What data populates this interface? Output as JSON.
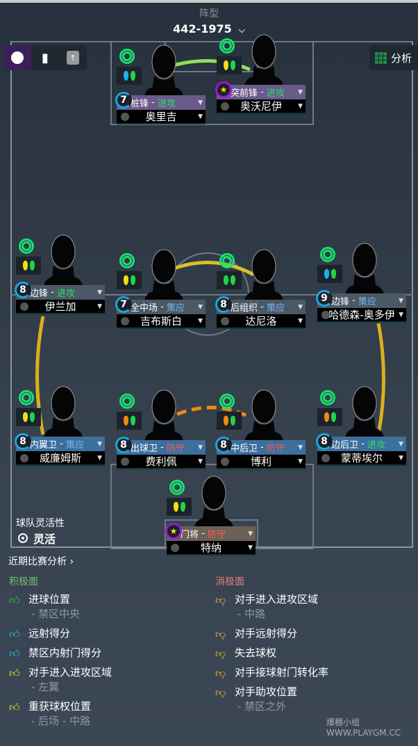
{
  "header": {
    "title": "阵型",
    "formation": "442-1975"
  },
  "view_buttons": [
    "player-view",
    "stats-view",
    "instructions-view"
  ],
  "analysis_button": "分析",
  "players": [
    {
      "num": "7",
      "role": "桩锋",
      "duty": "进攻",
      "duty_type": "att",
      "name": "奥里吉",
      "bar": "#6a5a8a",
      "feet": [
        "#1ab0f0",
        "#22d44a"
      ]
    },
    {
      "num": "★",
      "role": "突前锋",
      "duty": "进攻",
      "duty_type": "att",
      "name": "奥沃尼伊",
      "bar": "#6a5a8a",
      "feet": [
        "#f0e010",
        "#22d44a"
      ]
    },
    {
      "num": "8",
      "role": "边锋",
      "duty": "进攻",
      "duty_type": "att",
      "name": "伊兰加",
      "bar": "#4b5866",
      "feet": [
        "#f0e010",
        "#22d44a"
      ]
    },
    {
      "num": "7",
      "role": "全中场",
      "duty": "策应",
      "duty_type": "sup",
      "name": "吉布斯白",
      "bar": "#4b5866",
      "feet": [
        "#f0e010",
        "#22d44a"
      ]
    },
    {
      "num": "8",
      "role": "后组织",
      "duty": "策应",
      "duty_type": "sup",
      "name": "达尼洛",
      "bar": "#4b5866",
      "feet": [
        "#22d44a",
        "#22d44a"
      ]
    },
    {
      "num": "9",
      "role": "边锋",
      "duty": "策应",
      "duty_type": "sup",
      "name": "哈德森-奥多伊",
      "bar": "#4b5866",
      "feet": [
        "#1ab0f0",
        "#22d44a"
      ]
    },
    {
      "num": "8",
      "role": "内翼卫",
      "duty": "策应",
      "duty_type": "sup",
      "name": "威廉姆斯",
      "bar": "#3c6f9c",
      "feet": [
        "#f0e010",
        "#22d44a"
      ]
    },
    {
      "num": "8",
      "role": "出球卫",
      "duty": "防守",
      "duty_type": "def",
      "name": "费利佩",
      "bar": "#3c6f9c",
      "feet": [
        "#f08a10",
        "#22d44a"
      ]
    },
    {
      "num": "8",
      "role": "中后卫",
      "duty": "防守",
      "duty_type": "def",
      "name": "博利",
      "bar": "#3c6f9c",
      "feet": [
        "#f08a10",
        "#22d44a"
      ]
    },
    {
      "num": "8",
      "role": "边后卫",
      "duty": "进攻",
      "duty_type": "att",
      "name": "蒙蒂埃尔",
      "bar": "#3c6f9c",
      "feet": [
        "#f08a10",
        "#22d44a"
      ]
    },
    {
      "num": "★",
      "role": "门将",
      "duty": "防守",
      "duty_type": "def",
      "name": "特纳",
      "bar": "#6b6055",
      "feet": [
        "#f0e010",
        "#22d44a"
      ]
    }
  ],
  "team_fluidity": {
    "label": "球队灵活性",
    "value": "灵活"
  },
  "recent_analysis": "近期比赛分析 ›",
  "positives": {
    "title": "积极面",
    "items": [
      {
        "text": "进球位置",
        "sub": "- 禁区中央",
        "color": "#2fdc2f"
      },
      {
        "text": "远射得分",
        "color": "#22c8f0"
      },
      {
        "text": "禁区内射门得分",
        "color": "#22c8f0"
      },
      {
        "text": "对手进入进攻区域",
        "sub": "- 左翼",
        "color": "#f5ee10"
      },
      {
        "text": "重获球权位置",
        "sub": "- 后场 - 中路",
        "color": "#f5ee10"
      }
    ]
  },
  "negatives": {
    "title": "消极面",
    "items": [
      {
        "text": "对手进入进攻区域",
        "sub": "- 中路",
        "color": "#f5c010"
      },
      {
        "text": "对手远射得分",
        "color": "#f5c010"
      },
      {
        "text": "失去球权",
        "color": "#f5c010"
      },
      {
        "text": "对手接球射门转化率",
        "color": "#f5c010"
      },
      {
        "text": "对手助攻位置",
        "sub": "- 禁区之外",
        "color": "#f5c010"
      }
    ]
  },
  "watermark": "爆棚小组 WWW.PLAYGM.CC"
}
